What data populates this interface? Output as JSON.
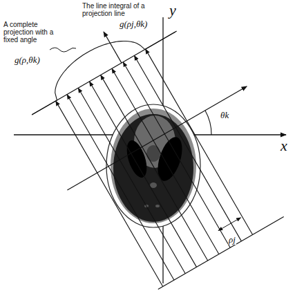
{
  "diagram": {
    "labels": [
      "The line integral of a projection line",
      "g(ρj,θk)",
      "A complete projection with a fixed angle",
      "g(ρ,θk)",
      "y",
      "x",
      "θk",
      "ρj"
    ]
  }
}
